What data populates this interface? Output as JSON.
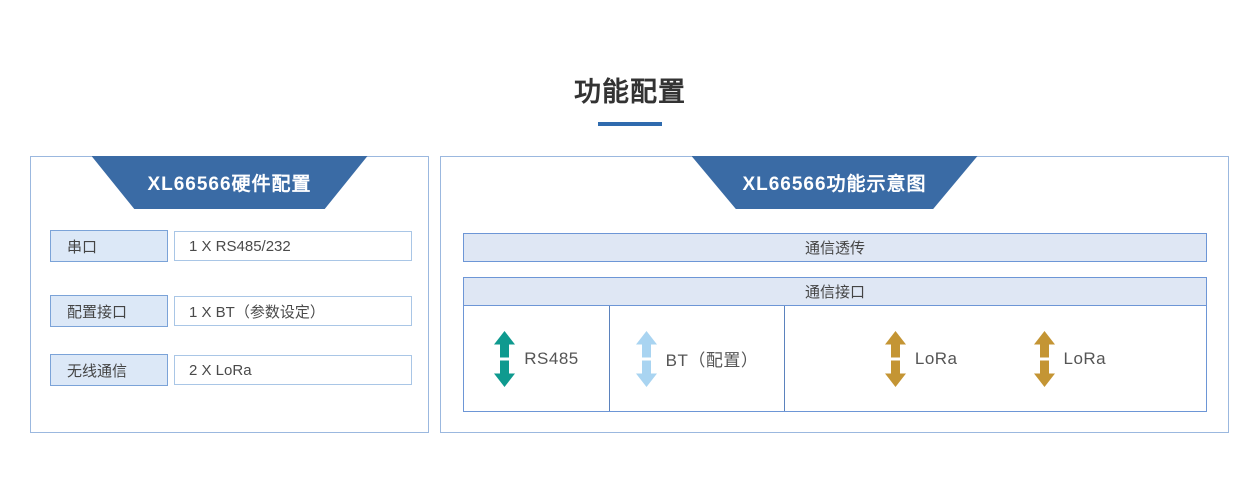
{
  "title": {
    "text": "功能配置",
    "underline_color": "#2f6bae"
  },
  "hardware_panel": {
    "header": "XL66566硬件配置",
    "rows": [
      {
        "label": "串口",
        "value": "1 X RS485/232"
      },
      {
        "label": "配置接口",
        "value": "1 X BT（参数设定）"
      },
      {
        "label": "无线通信",
        "value": "2 X LoRa"
      }
    ]
  },
  "function_panel": {
    "header": "XL66566功能示意图",
    "passthrough_bar": "通信透传",
    "interface_section": {
      "header": "通信接口",
      "interfaces": [
        {
          "label": "RS485",
          "arrow_icon": "double-vertical-arrow",
          "arrow_color": "#0f9a8f"
        },
        {
          "label": "BT（配置）",
          "arrow_icon": "double-vertical-arrow",
          "arrow_color": "#a9d4f1"
        },
        {
          "label": "LoRa",
          "arrow_icon": "double-vertical-arrow",
          "arrow_color": "#c49534"
        },
        {
          "label": "LoRa",
          "arrow_icon": "double-vertical-arrow",
          "arrow_color": "#c49534"
        }
      ]
    }
  },
  "colors": {
    "banner_blue": "#3a6ba5",
    "title_underline": "#2f6bae",
    "bar_fill": "#dfe7f4",
    "bar_border": "#6d96d6",
    "label_box_fill": "#dce8f7",
    "label_box_border": "#7ba3d8",
    "value_box_border": "#a9c6e6",
    "panel_border": "#9bb8df",
    "cell_divider": "#5b82bd",
    "title_text": "#333333",
    "body_text": "#444444"
  }
}
